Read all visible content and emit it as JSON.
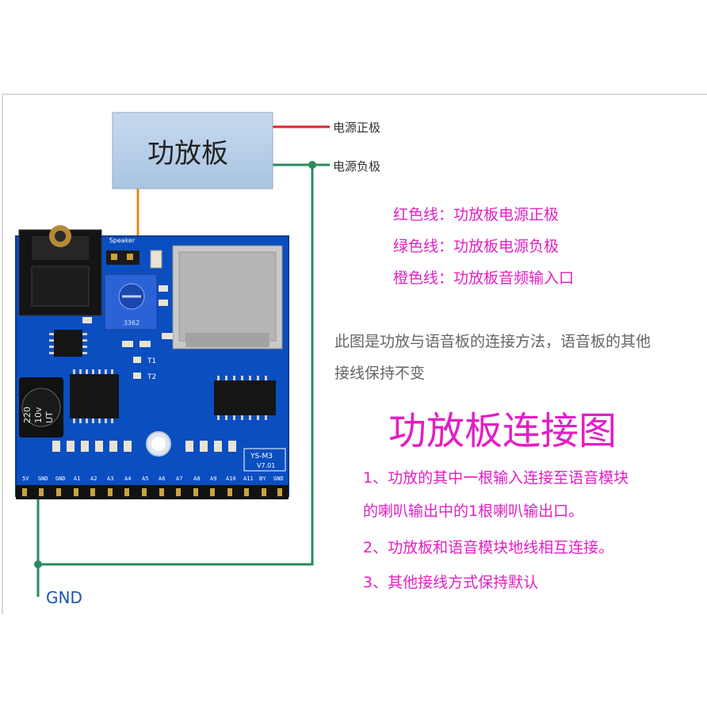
{
  "amp_board": {
    "label": "功放板"
  },
  "wires": {
    "positive_label": "电源正极",
    "negative_label": "电源负极",
    "gnd_label": "GND",
    "colors": {
      "red": "#d9262b",
      "green": "#2c8a5d",
      "orange": "#e38b1c"
    }
  },
  "legend": [
    {
      "text": "红色线：功放板电源正极"
    },
    {
      "text": "绿色线：功放板电源负极"
    },
    {
      "text": "橙色线：功放板音频输入口"
    }
  ],
  "description": {
    "line1": "此图是功放与语音板的连接方法，语音板的其他",
    "line2": "接线保持不变"
  },
  "title": "功放板连接图",
  "notes": [
    "1、功放的其中一根输入连接至语音模块",
    "的喇叭输出中的1根喇叭输出口。",
    "2、功放板和语音模块地线相互连接。",
    "3、其他接线方式保持默认"
  ],
  "pcb": {
    "model": "YS-M3",
    "version": "V7.01",
    "speaker_silk": "Speaker",
    "pot_marking": "3362",
    "capacitor": {
      "value": "220",
      "voltage": "10v",
      "series": "UT"
    },
    "test_points": [
      "T1",
      "T2"
    ],
    "pins": [
      "5V",
      "GND",
      "GND",
      "A1",
      "A2",
      "A3",
      "A4",
      "A5",
      "A6",
      "A7",
      "A8",
      "A9",
      "A10",
      "A11",
      "BY",
      "GND"
    ]
  }
}
